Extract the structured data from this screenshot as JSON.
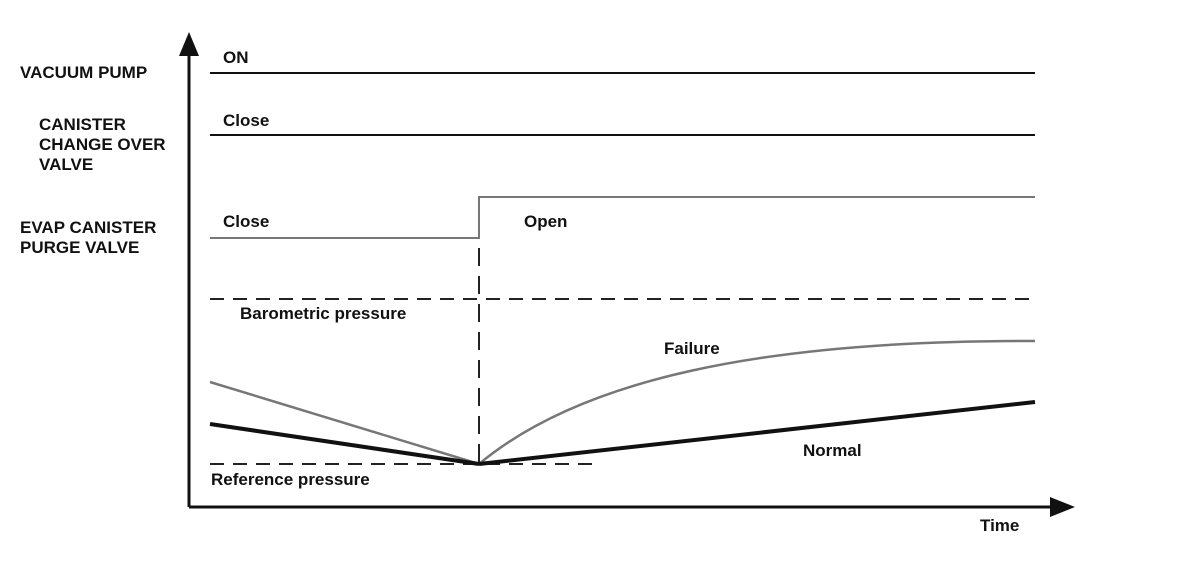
{
  "signals": {
    "vacuum_pump": {
      "name": "VACUUM PUMP",
      "state": "ON"
    },
    "canister_change_over_valve": {
      "name_lines": [
        "CANISTER",
        "CHANGE OVER",
        "VALVE"
      ],
      "state": "Close"
    },
    "evap_canister_purge_valve": {
      "name_lines": [
        "EVAP CANISTER",
        "PURGE VALVE"
      ],
      "state_before": "Close",
      "state_after": "Open"
    }
  },
  "pressure": {
    "barometric_label": "Barometric pressure",
    "reference_label": "Reference pressure",
    "failure_label": "Failure",
    "normal_label": "Normal"
  },
  "axes": {
    "x_label": "Time"
  },
  "colors": {
    "primary": "#111111",
    "secondary": "#777777"
  }
}
